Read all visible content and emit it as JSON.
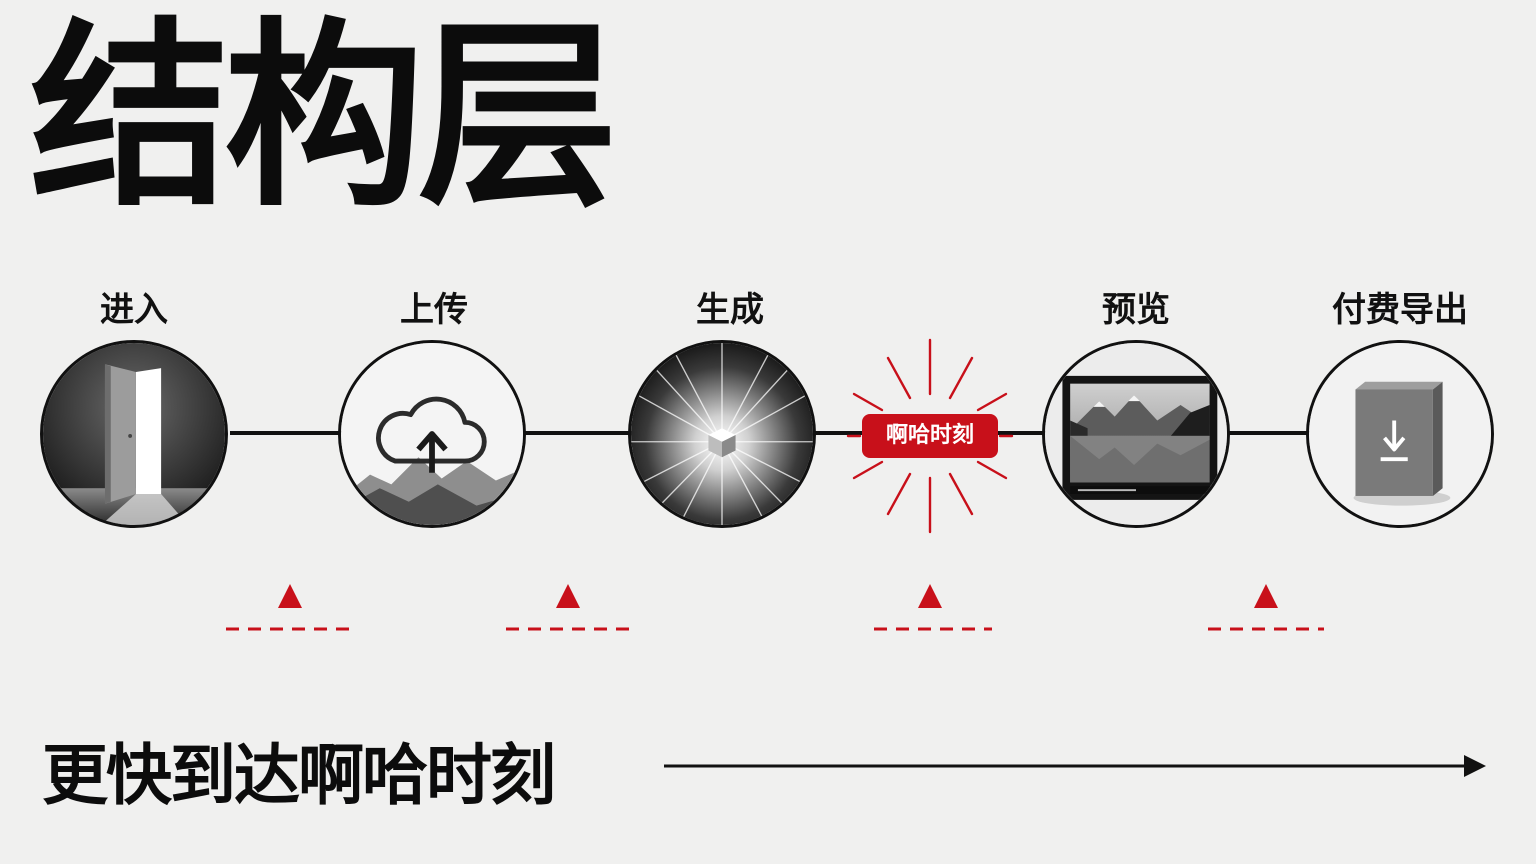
{
  "title": "结构层",
  "steps": [
    {
      "label": "进入",
      "icon": "open-door-icon"
    },
    {
      "label": "上传",
      "icon": "cloud-upload-icon"
    },
    {
      "label": "生成",
      "icon": "burst-cube-icon"
    },
    {
      "label": "预览",
      "icon": "video-preview-icon"
    },
    {
      "label": "付费导出",
      "icon": "download-box-icon"
    }
  ],
  "aha_badge": "啊哈时刻",
  "tagline": "更快到达啊哈时刻",
  "colors": {
    "accent": "#c8101a",
    "ink": "#111111",
    "background": "#f0f0ef"
  }
}
